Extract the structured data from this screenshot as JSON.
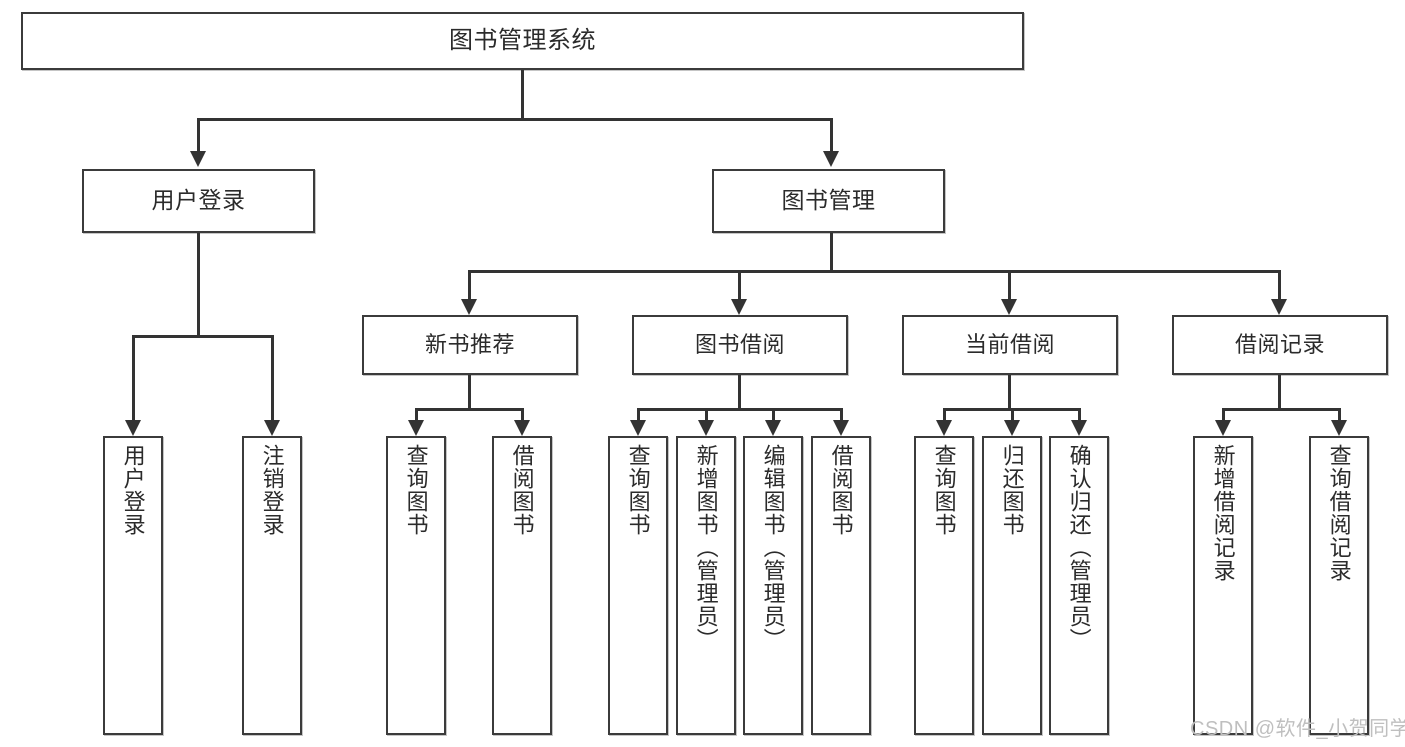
{
  "diagram": {
    "title": "图书管理系统",
    "type": "tree-diagram",
    "root": {
      "label": "图书管理系统"
    },
    "level2": [
      {
        "label": "用户登录"
      },
      {
        "label": "图书管理"
      }
    ],
    "level3": [
      {
        "label": "新书推荐"
      },
      {
        "label": "图书借阅"
      },
      {
        "label": "当前借阅"
      },
      {
        "label": "借阅记录"
      }
    ],
    "leaves": {
      "user_login": [
        {
          "label": "用户登录"
        },
        {
          "label": "注销登录"
        }
      ],
      "new_book_recommend": [
        {
          "label": "查询图书"
        },
        {
          "label": "借阅图书"
        }
      ],
      "book_borrow": [
        {
          "label": "查询图书"
        },
        {
          "label": "新增图书（管理员）"
        },
        {
          "label": "编辑图书（管理员）"
        },
        {
          "label": "借阅图书"
        }
      ],
      "current_borrow": [
        {
          "label": "查询图书"
        },
        {
          "label": "归还图书"
        },
        {
          "label": "确认归还（管理员）"
        }
      ],
      "borrow_record": [
        {
          "label": "新增借阅记录"
        },
        {
          "label": "查询借阅记录"
        }
      ]
    }
  },
  "watermark": {
    "text": "CSDN @软件_小贺同学"
  },
  "colors": {
    "box_border": "#3b3b3b",
    "line": "#333333",
    "text": "#2b2b2b",
    "background": "#ffffff",
    "watermark": "#bfbfbf"
  }
}
